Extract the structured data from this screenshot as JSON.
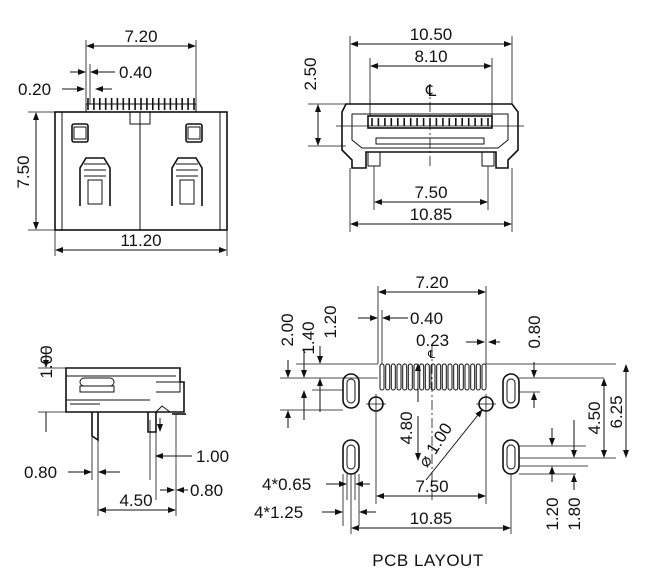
{
  "top_left_view": {
    "width_top": "7.20",
    "pitch": "0.40",
    "pin_width": "0.20",
    "height": "7.50",
    "width_bottom": "11.20"
  },
  "top_right_view": {
    "overall_width": "10.50",
    "inner_width": "8.10",
    "height": "2.50",
    "lower_width_a": "7.50",
    "lower_width_b": "10.85"
  },
  "side_view": {
    "height": "1.00",
    "tab_width": "0.80",
    "lead_height": "1.00",
    "pitch": "4.50",
    "lead_width": "0.80"
  },
  "pcb_layout": {
    "caption": "PCB LAYOUT",
    "pad_span": "7.20",
    "pitch": "0.40",
    "pad_width": "0.23",
    "dim_2_00": "2.00",
    "dim_1_40": "1.40",
    "dim_1_20_top": "1.20",
    "dim_0_80": "0.80",
    "dim_4_50": "4.50",
    "dim_6_25": "6.25",
    "dim_4_80": "4.80",
    "hole_diameter": "⌀ 1.00",
    "hole_spacing": "7.50",
    "slot_width_label": "4*0.65",
    "slot_length_label": "4*1.25",
    "overall_width": "10.85",
    "dim_1_20_bottom": "1.20",
    "dim_1_80": "1.80"
  }
}
